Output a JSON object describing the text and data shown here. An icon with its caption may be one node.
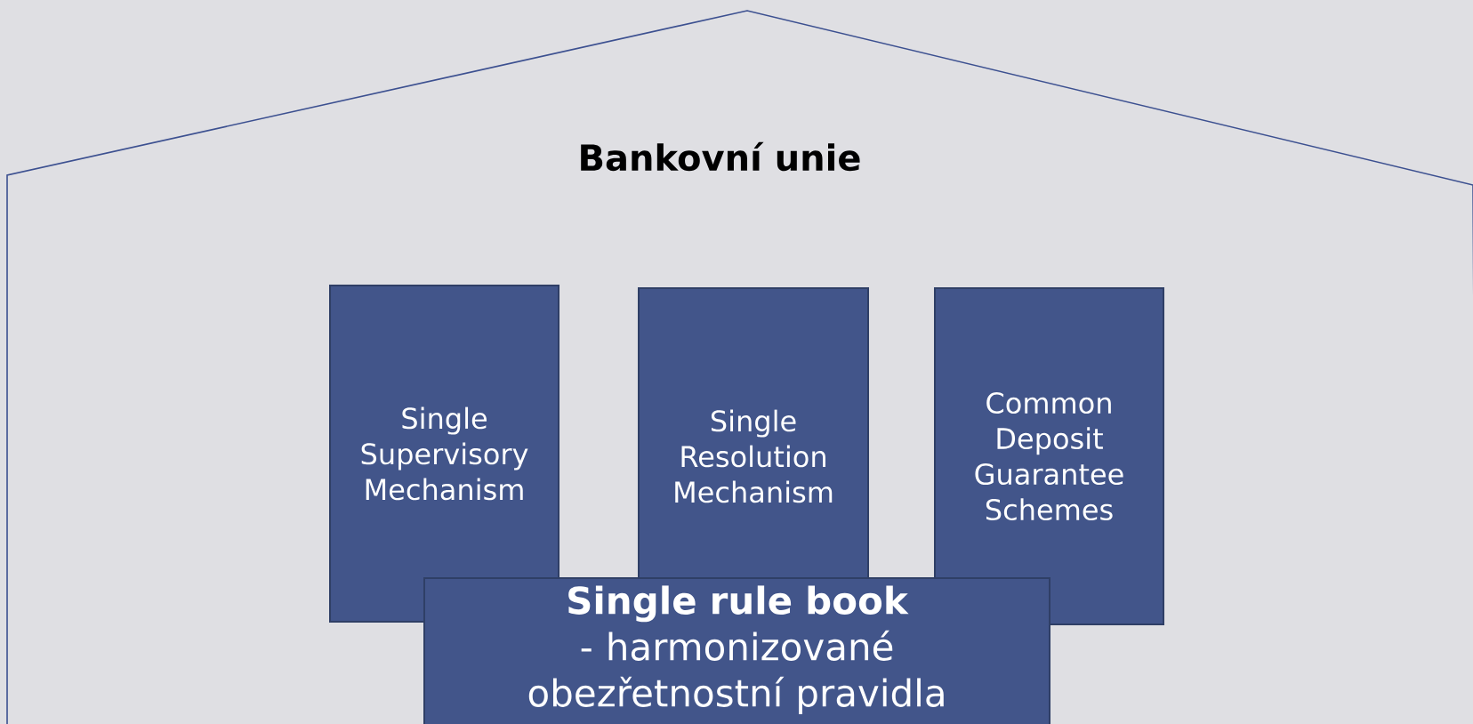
{
  "diagram": {
    "nodes": [
      {
        "text": [
          "Bankovní unie"
        ]
      },
      {
        "text": [
          "Single Supervisory Mechanism"
        ],
        "in": 0
      },
      {
        "text": [
          "Single Resolution Mechanism"
        ],
        "in": 0
      },
      {
        "text": [
          "Common Deposit Guarantee Schemes"
        ],
        "in": 0
      },
      {
        "text": [
          "Single rule book",
          "- harmonizované obezřetnostní pravidla"
        ],
        "in": 0
      }
    ]
  }
}
